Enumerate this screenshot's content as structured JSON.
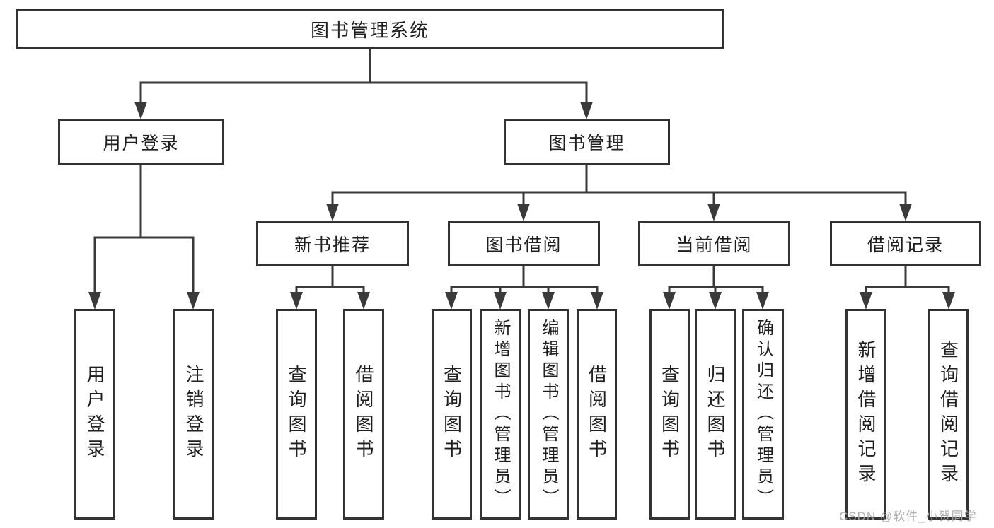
{
  "tree": {
    "label": "图书管理系统",
    "children": [
      {
        "label": "用户登录",
        "children": [
          {
            "label": "用户登录"
          },
          {
            "label": "注销登录"
          }
        ]
      },
      {
        "label": "图书管理",
        "children": [
          {
            "label": "新书推荐",
            "children": [
              {
                "label": "查询图书"
              },
              {
                "label": "借阅图书"
              }
            ]
          },
          {
            "label": "图书借阅",
            "children": [
              {
                "label": "查询图书"
              },
              {
                "label": "新增图书（管理员）"
              },
              {
                "label": "编辑图书（管理员）"
              },
              {
                "label": "借阅图书"
              }
            ]
          },
          {
            "label": "当前借阅",
            "children": [
              {
                "label": "查询图书"
              },
              {
                "label": "归还图书"
              },
              {
                "label": "确认归还（管理员）"
              }
            ]
          },
          {
            "label": "借阅记录",
            "children": [
              {
                "label": "新增借阅记录"
              },
              {
                "label": "查询借阅记录"
              }
            ]
          }
        ]
      }
    ]
  },
  "watermark": {
    "text": "CSDN @软件_小贺同学"
  },
  "colors": {
    "line": "#3a3a3a",
    "box_border": "#333333",
    "text": "#1e1e1e",
    "watermark": "#a9a9a9",
    "background": "#ffffff"
  }
}
